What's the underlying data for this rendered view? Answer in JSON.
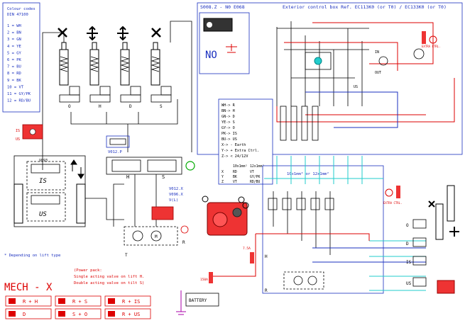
{
  "header": {
    "ref_left": "S008.Z - N0 E068",
    "ref_right": "Exterior control box Ref. EC113K0 (or T0) / EC133K0 (or T0)",
    "no_label": "NO"
  },
  "colour_codes": {
    "title": "Colour codes",
    "standard": "DIN 47100",
    "items": [
      "1 = WH",
      "2 = BN",
      "3 = GN",
      "4 = YE",
      "5 = GY",
      "6 = PK",
      "7 = BU",
      "8 = RD",
      "9 = BK",
      "10 = VT",
      "11 = GY/PK",
      "12 = RD/BU"
    ]
  },
  "mapping": {
    "items": [
      "WH-> R",
      "BN-> H",
      "GN-> D",
      "YE-> S",
      "GY-> O",
      "PK-> IS",
      "BU-> US",
      "X-> - Earth",
      "Y-> + Extra Ctrl.",
      "Z-> < 24/12V"
    ],
    "table_header": [
      "",
      "10x1mm²",
      "12x1mm²"
    ],
    "table_rows": [
      [
        "X",
        "RD",
        "VT"
      ],
      [
        "Y",
        "BK",
        "GY/PK"
      ],
      [
        "Z",
        "VT",
        "RD/BU"
      ]
    ]
  },
  "labels": {
    "o_left": "O",
    "h_left": "H",
    "s_left": "S",
    "is_left": "IS",
    "us_left": "US",
    "v093": "V093",
    "v012p": "V012.P",
    "v012x": "V012.X",
    "v096x": "V096.X",
    "vl": "V(L)",
    "t_label": "T",
    "r_label": "R",
    "cable_label": "10x1mm² or 12x1mm²",
    "extra_ctrl": "EXTRA CTRL.",
    "battery": "BATTERY",
    "in_label": "IN",
    "out_label": "OUT",
    "us_label": "US",
    "fuse_a": "7.5A",
    "fuse_b": "150A",
    "r_right": "R",
    "h_right": "H",
    "o_right": "O",
    "d_right": "D",
    "is_right": "IS",
    "us_right": "US"
  },
  "footnote": "* Depending on lift type",
  "mech": {
    "title": "MECH - X",
    "power_pack": "(Power pack:",
    "single": "Single acting valve on lift H.",
    "double": "Double acting valve on tilt S)",
    "ops": [
      "R + H",
      "R + S",
      "R + IS",
      "D",
      "S + O",
      "R + US"
    ]
  },
  "wire_colours": {
    "red": "#dd0000",
    "blue": "#1a2fbf",
    "cyan": "#22cccc",
    "black": "#000000"
  }
}
